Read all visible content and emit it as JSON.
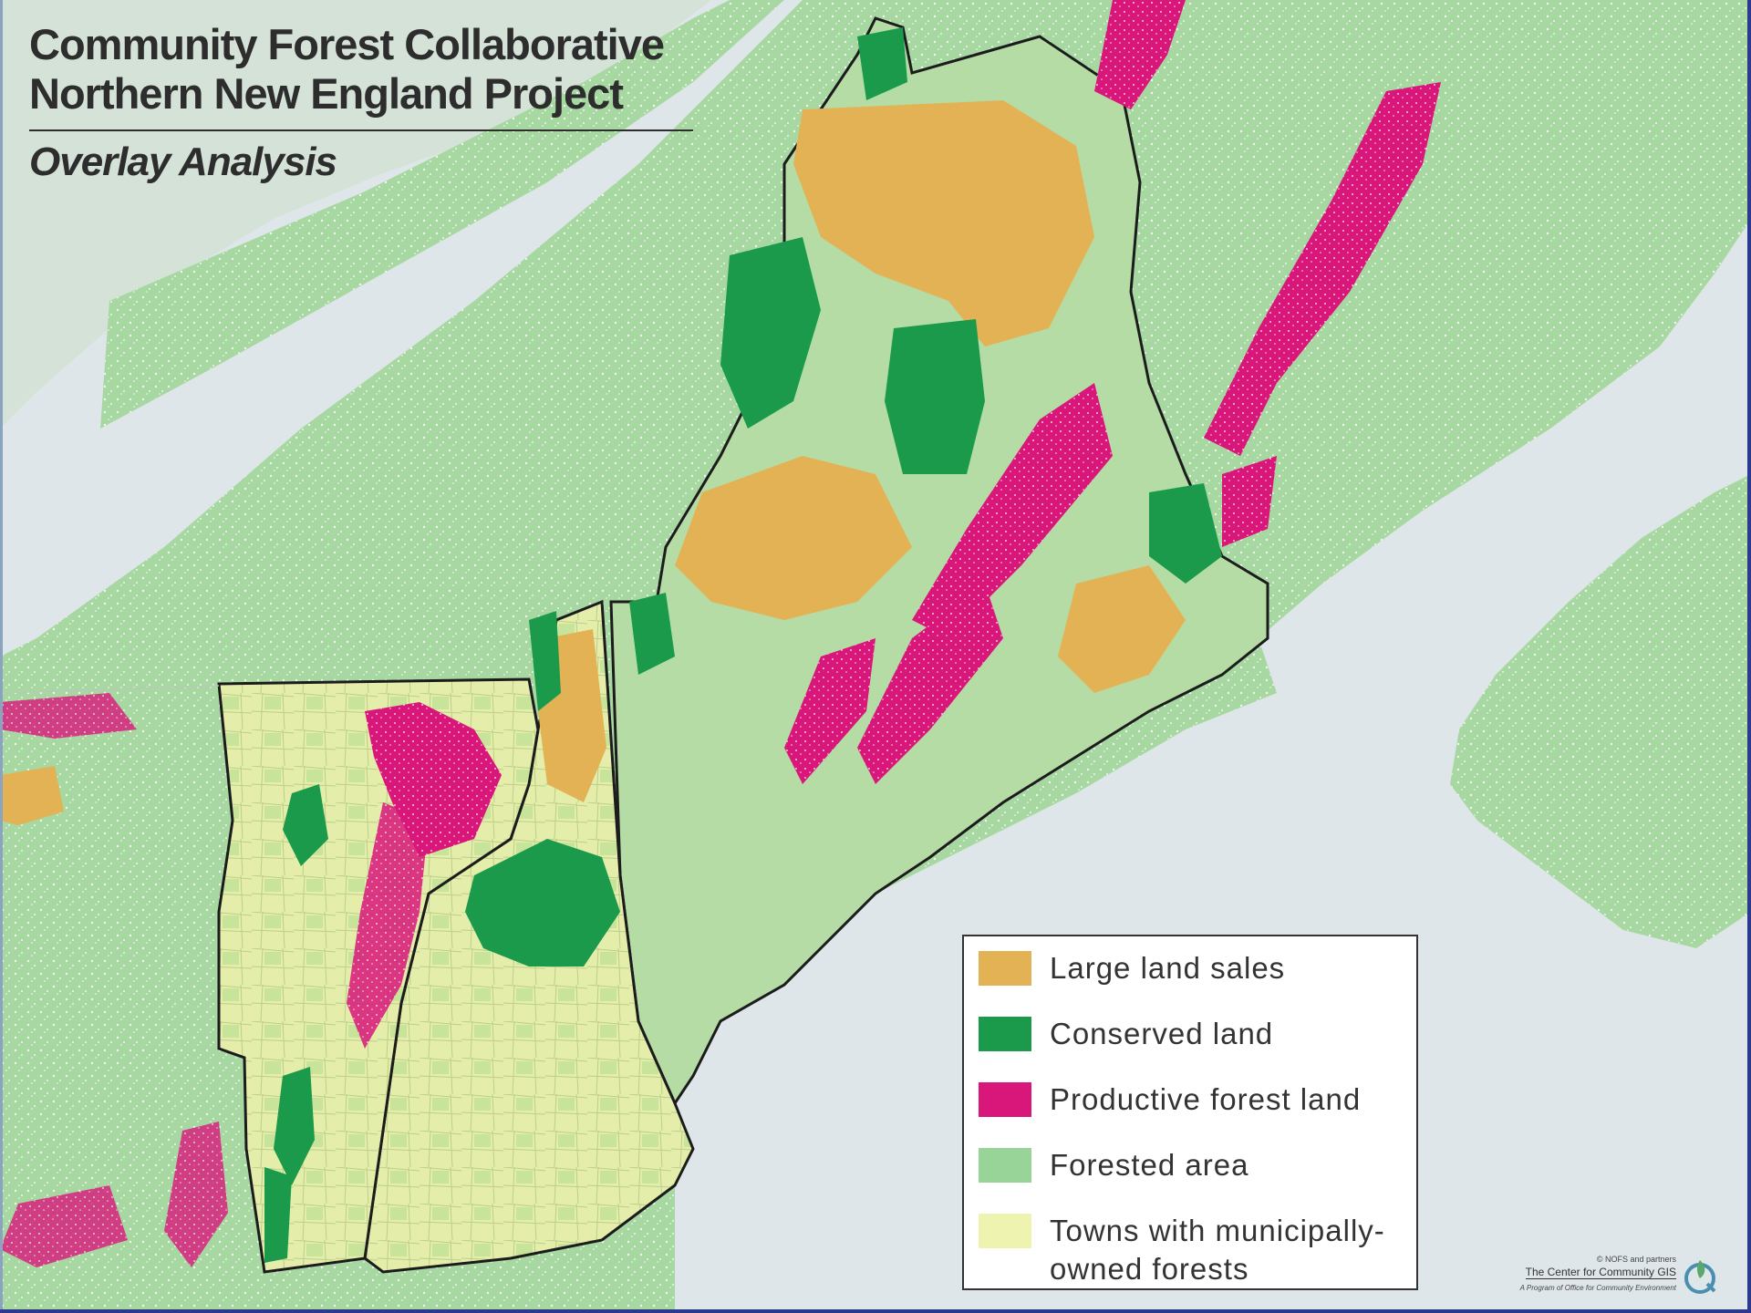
{
  "title": {
    "line1": "Community Forest Collaborative",
    "line2": "Northern New England Project",
    "subtitle": "Overlay Analysis"
  },
  "legend": {
    "items": [
      {
        "label": "Large land sales",
        "color": "#e2b255"
      },
      {
        "label": "Conserved land",
        "color": "#1a9a4a"
      },
      {
        "label": "Productive forest land",
        "color": "#d9167a"
      },
      {
        "label": "Forested area",
        "color": "#98d498"
      },
      {
        "label": "Towns with municipally-owned forests",
        "color": "#eef3b0"
      }
    ]
  },
  "credit": {
    "line1": "© NOFS and partners",
    "line2": "The Center for Community GIS",
    "line3": "A Program of Office for Community Environment"
  },
  "colors": {
    "water": "#dfe6e9",
    "forest": "#a8d8a2",
    "large_land_sales": "#e2b255",
    "conserved": "#1a9a4a",
    "productive": "#d9167a",
    "forested": "#98d498",
    "towns": "#eef3b0",
    "state_border": "#222222",
    "frame": "#2b3a8f"
  }
}
